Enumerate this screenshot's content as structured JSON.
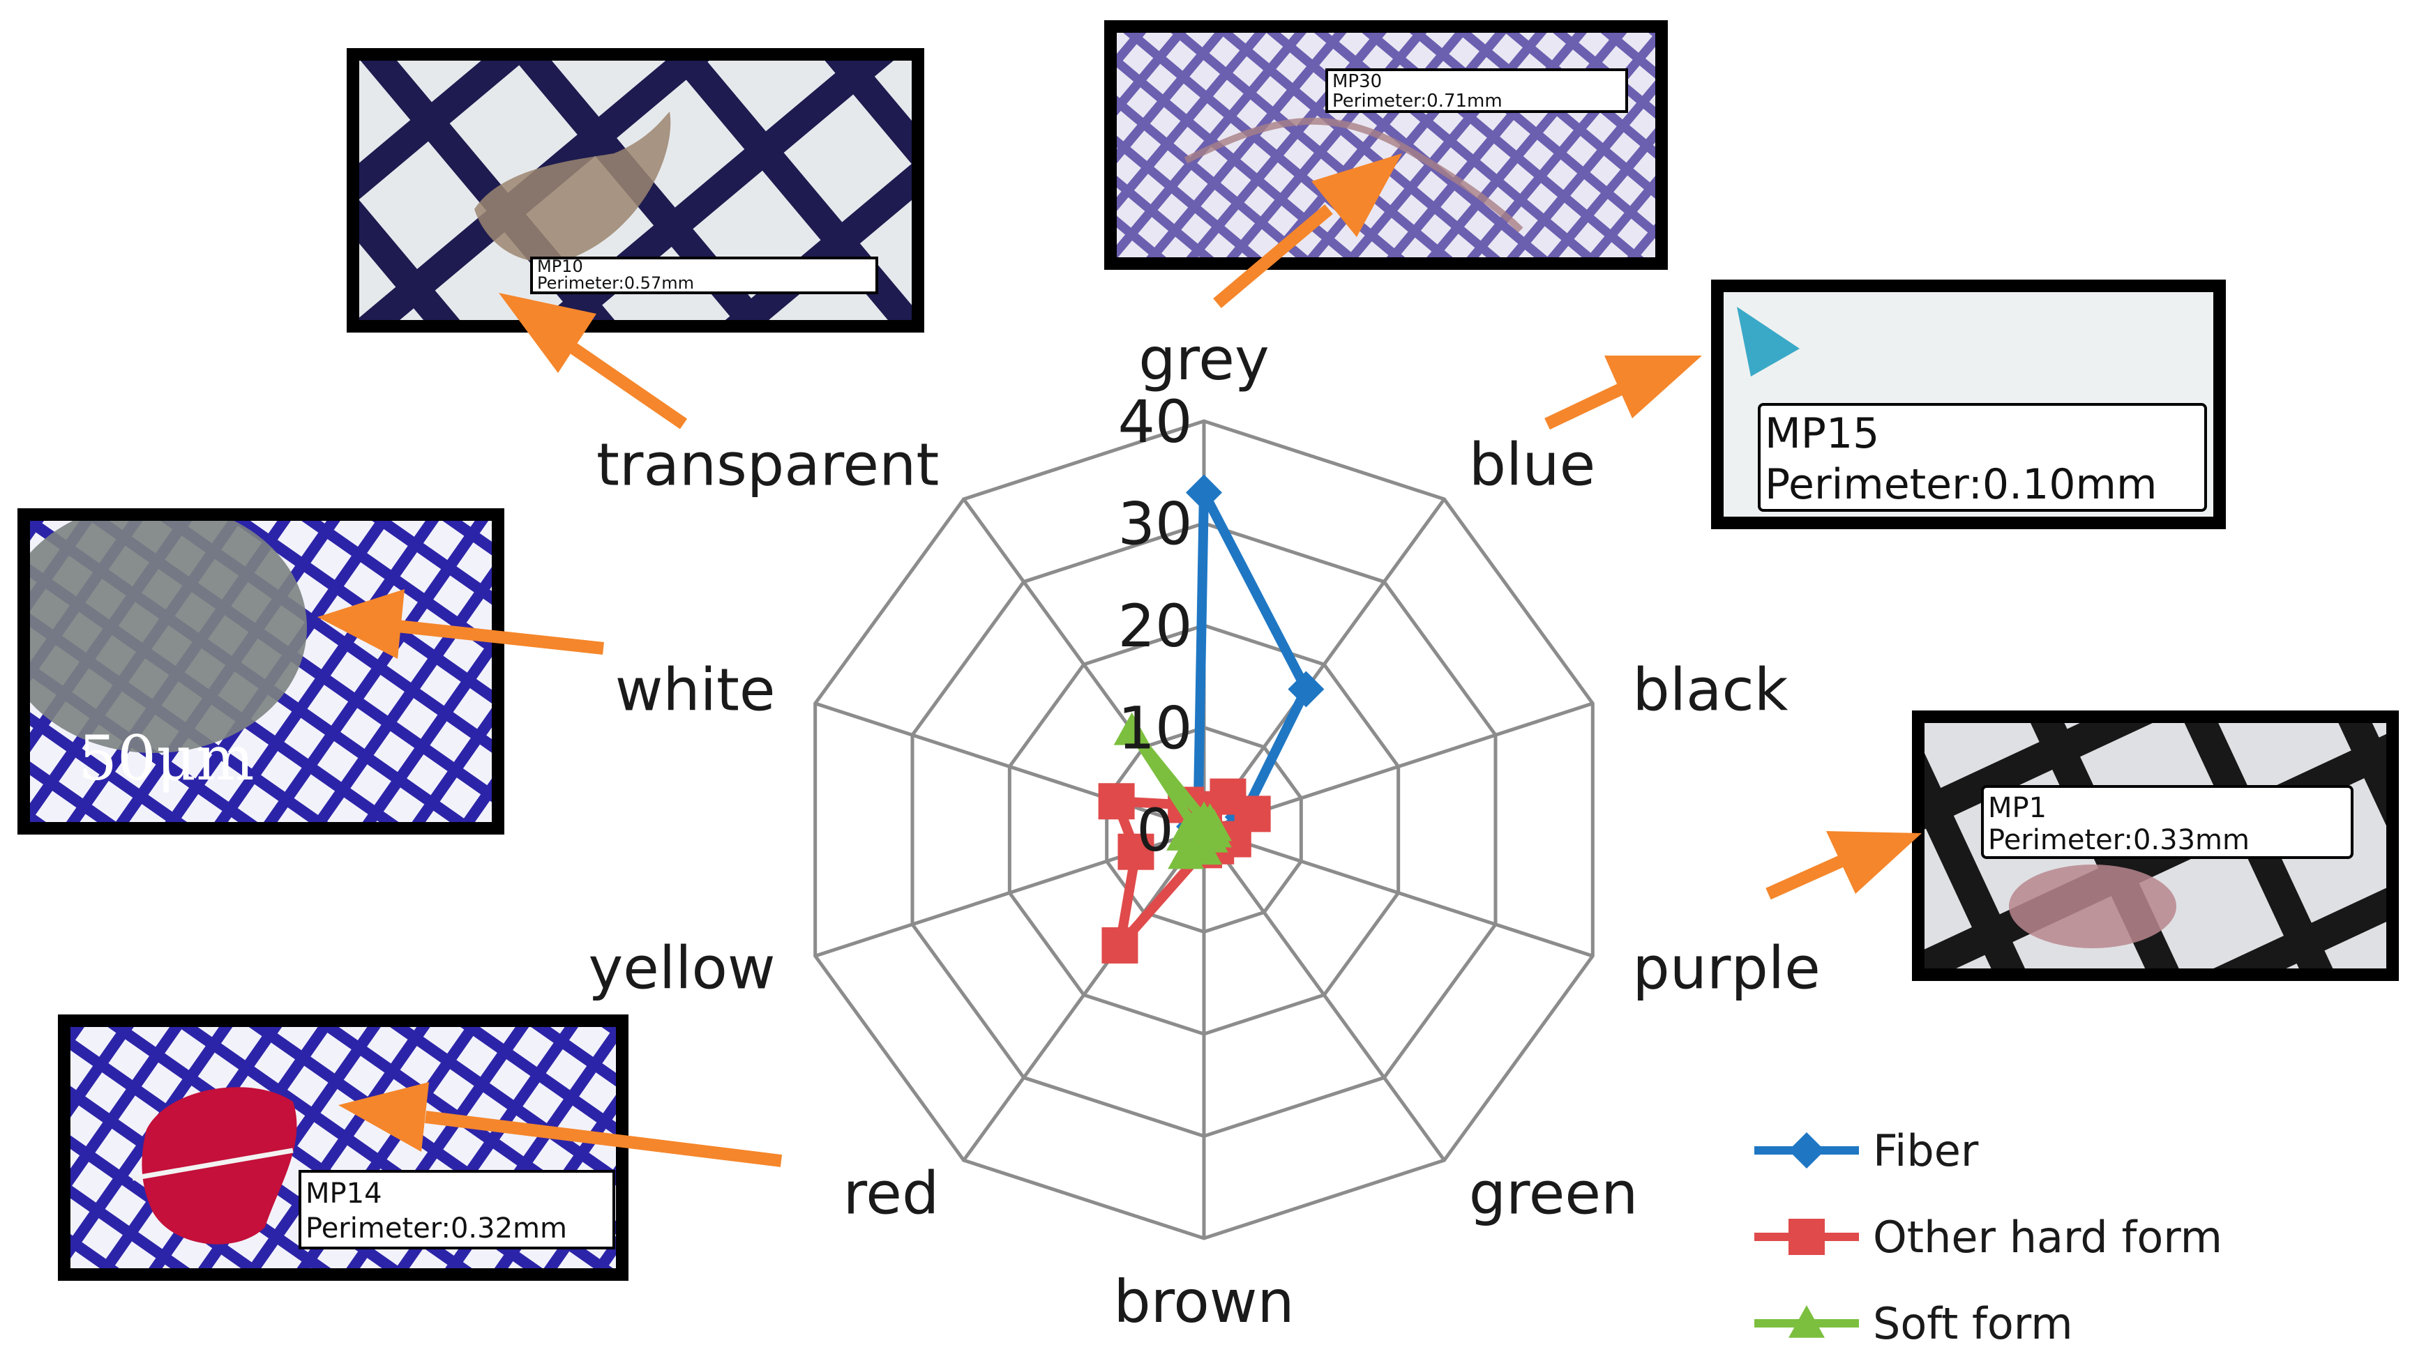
{
  "chart_data": {
    "type": "radar",
    "categories": [
      "grey",
      "blue",
      "black",
      "purple",
      "green",
      "brown",
      "red",
      "yellow",
      "white",
      "transparent"
    ],
    "rmax": 40,
    "ticks": [
      "0",
      "10",
      "20",
      "30",
      "40"
    ],
    "tick_values": [
      0,
      10,
      20,
      30,
      40
    ],
    "grid": true,
    "legend_position": "bottom-right",
    "series": [
      {
        "name": "Fiber",
        "color": "#1f77c4",
        "marker": "diamond",
        "values": [
          33,
          17,
          4,
          1,
          1,
          1,
          1,
          1,
          1,
          1
        ]
      },
      {
        "name": "Other hard form",
        "color": "#e04a4a",
        "marker": "square",
        "values": [
          2,
          4,
          5,
          3,
          2,
          2,
          14,
          7,
          9,
          3
        ]
      },
      {
        "name": "Soft form",
        "color": "#7cbf3f",
        "marker": "triangle",
        "values": [
          1,
          1,
          1,
          1,
          1,
          2,
          3,
          2,
          1,
          12
        ]
      }
    ]
  },
  "insets": [
    {
      "id": "grey",
      "label": "MP30",
      "perimeter": "Perimeter:0.71mm"
    },
    {
      "id": "blue",
      "label": "MP15",
      "perimeter": "Perimeter:0.10mm"
    },
    {
      "id": "purple",
      "label": "MP1",
      "perimeter": "Perimeter:0.33mm"
    },
    {
      "id": "transparent",
      "label": "MP10",
      "perimeter": "Perimeter:0.57mm"
    },
    {
      "id": "white",
      "scale": "50μm"
    },
    {
      "id": "red",
      "label": "MP14",
      "perimeter": "Perimeter:0.32mm"
    }
  ]
}
